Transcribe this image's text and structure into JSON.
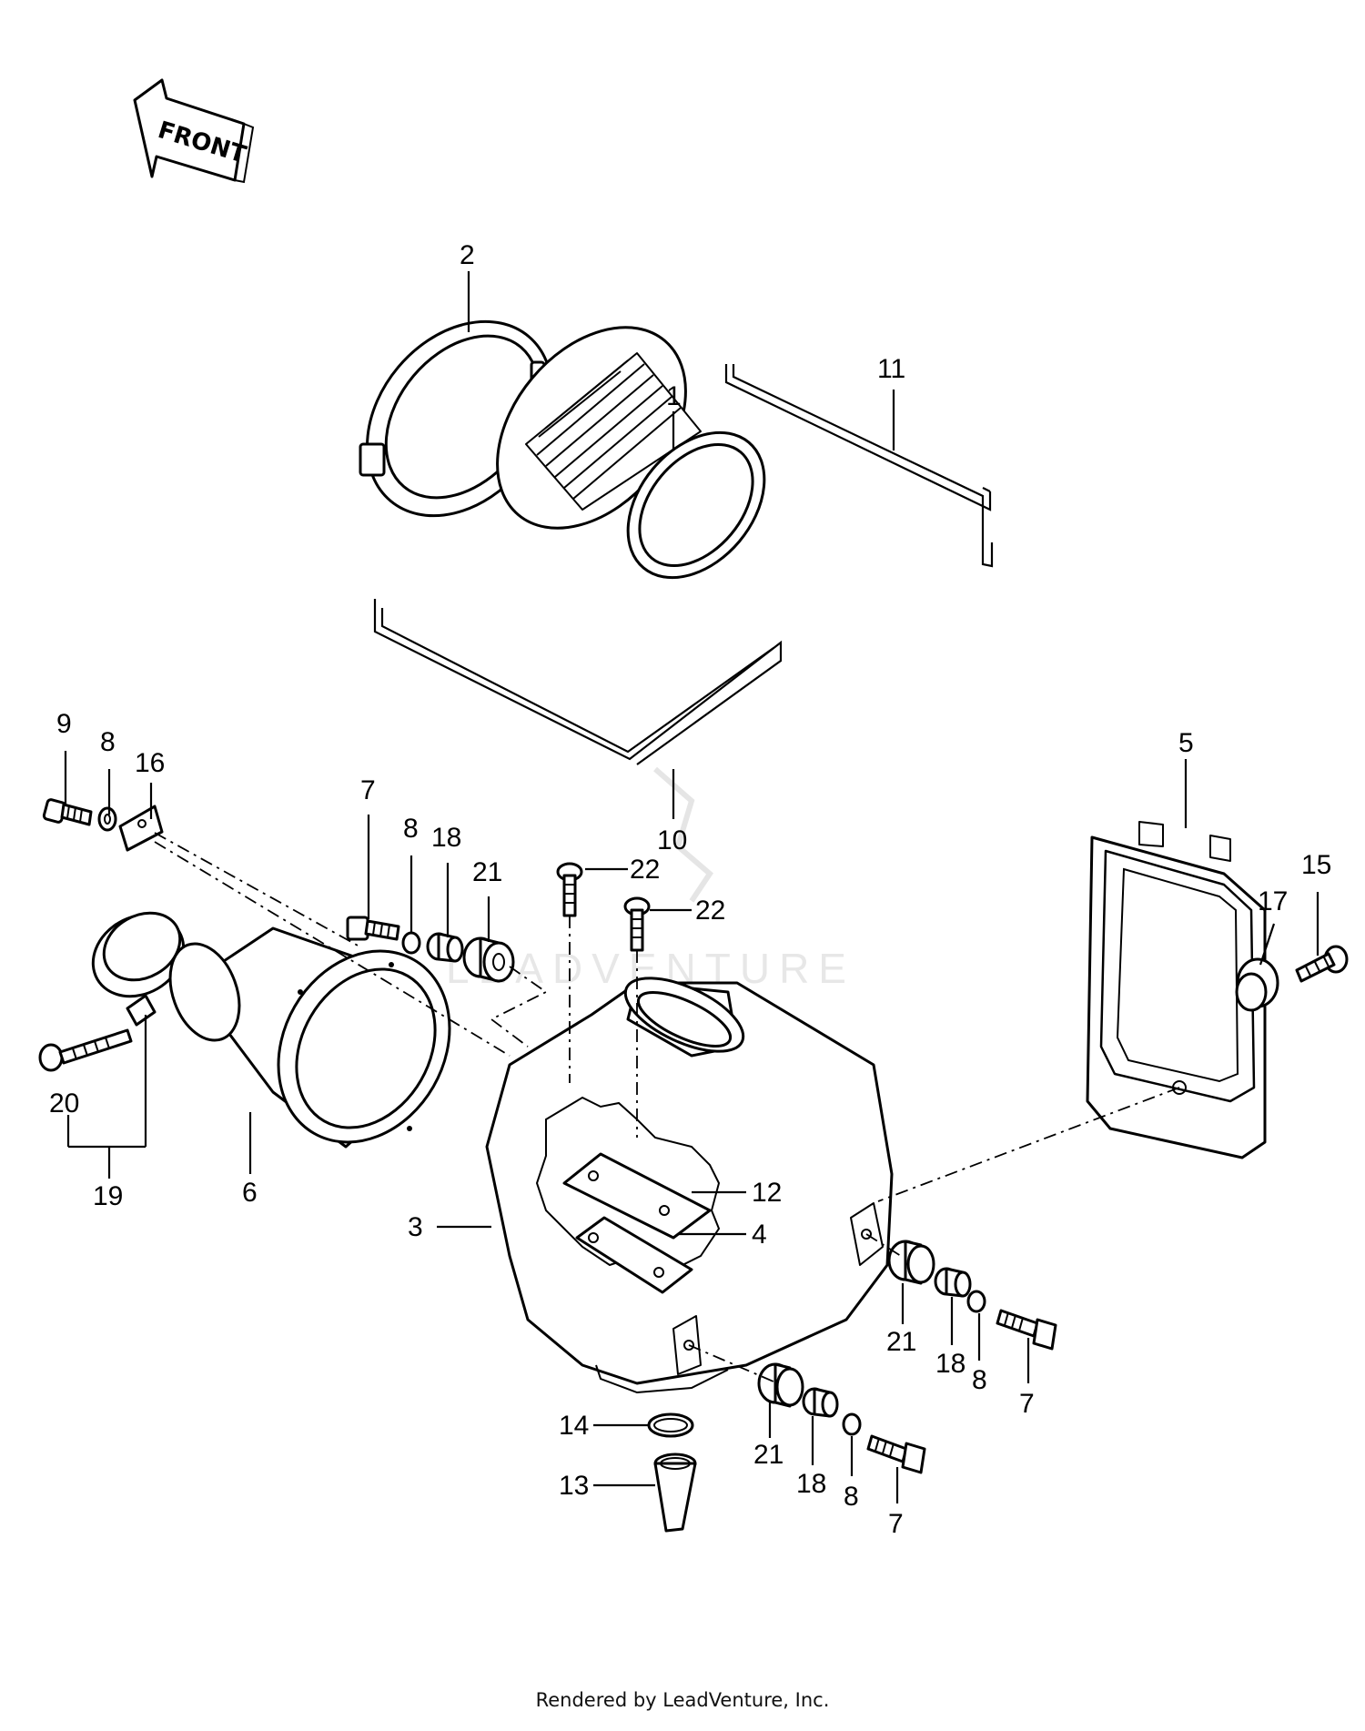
{
  "direction_marker": "FRONT",
  "watermark": "LEADVENTURE",
  "footer": "Rendered by LeadVenture, Inc.",
  "callouts": {
    "c1": "1",
    "c2": "2",
    "c3": "3",
    "c4": "4",
    "c5": "5",
    "c6": "6",
    "c7a": "7",
    "c7b": "7",
    "c7c": "7",
    "c8a": "8",
    "c8b": "8",
    "c8c": "8",
    "c8d": "8",
    "c9": "9",
    "c10": "10",
    "c11": "11",
    "c12": "12",
    "c13": "13",
    "c14": "14",
    "c15": "15",
    "c16": "16",
    "c17": "17",
    "c18a": "18",
    "c18b": "18",
    "c18c": "18",
    "c19": "19",
    "c20": "20",
    "c21a": "21",
    "c21b": "21",
    "c21c": "21",
    "c22a": "22",
    "c22b": "22"
  }
}
